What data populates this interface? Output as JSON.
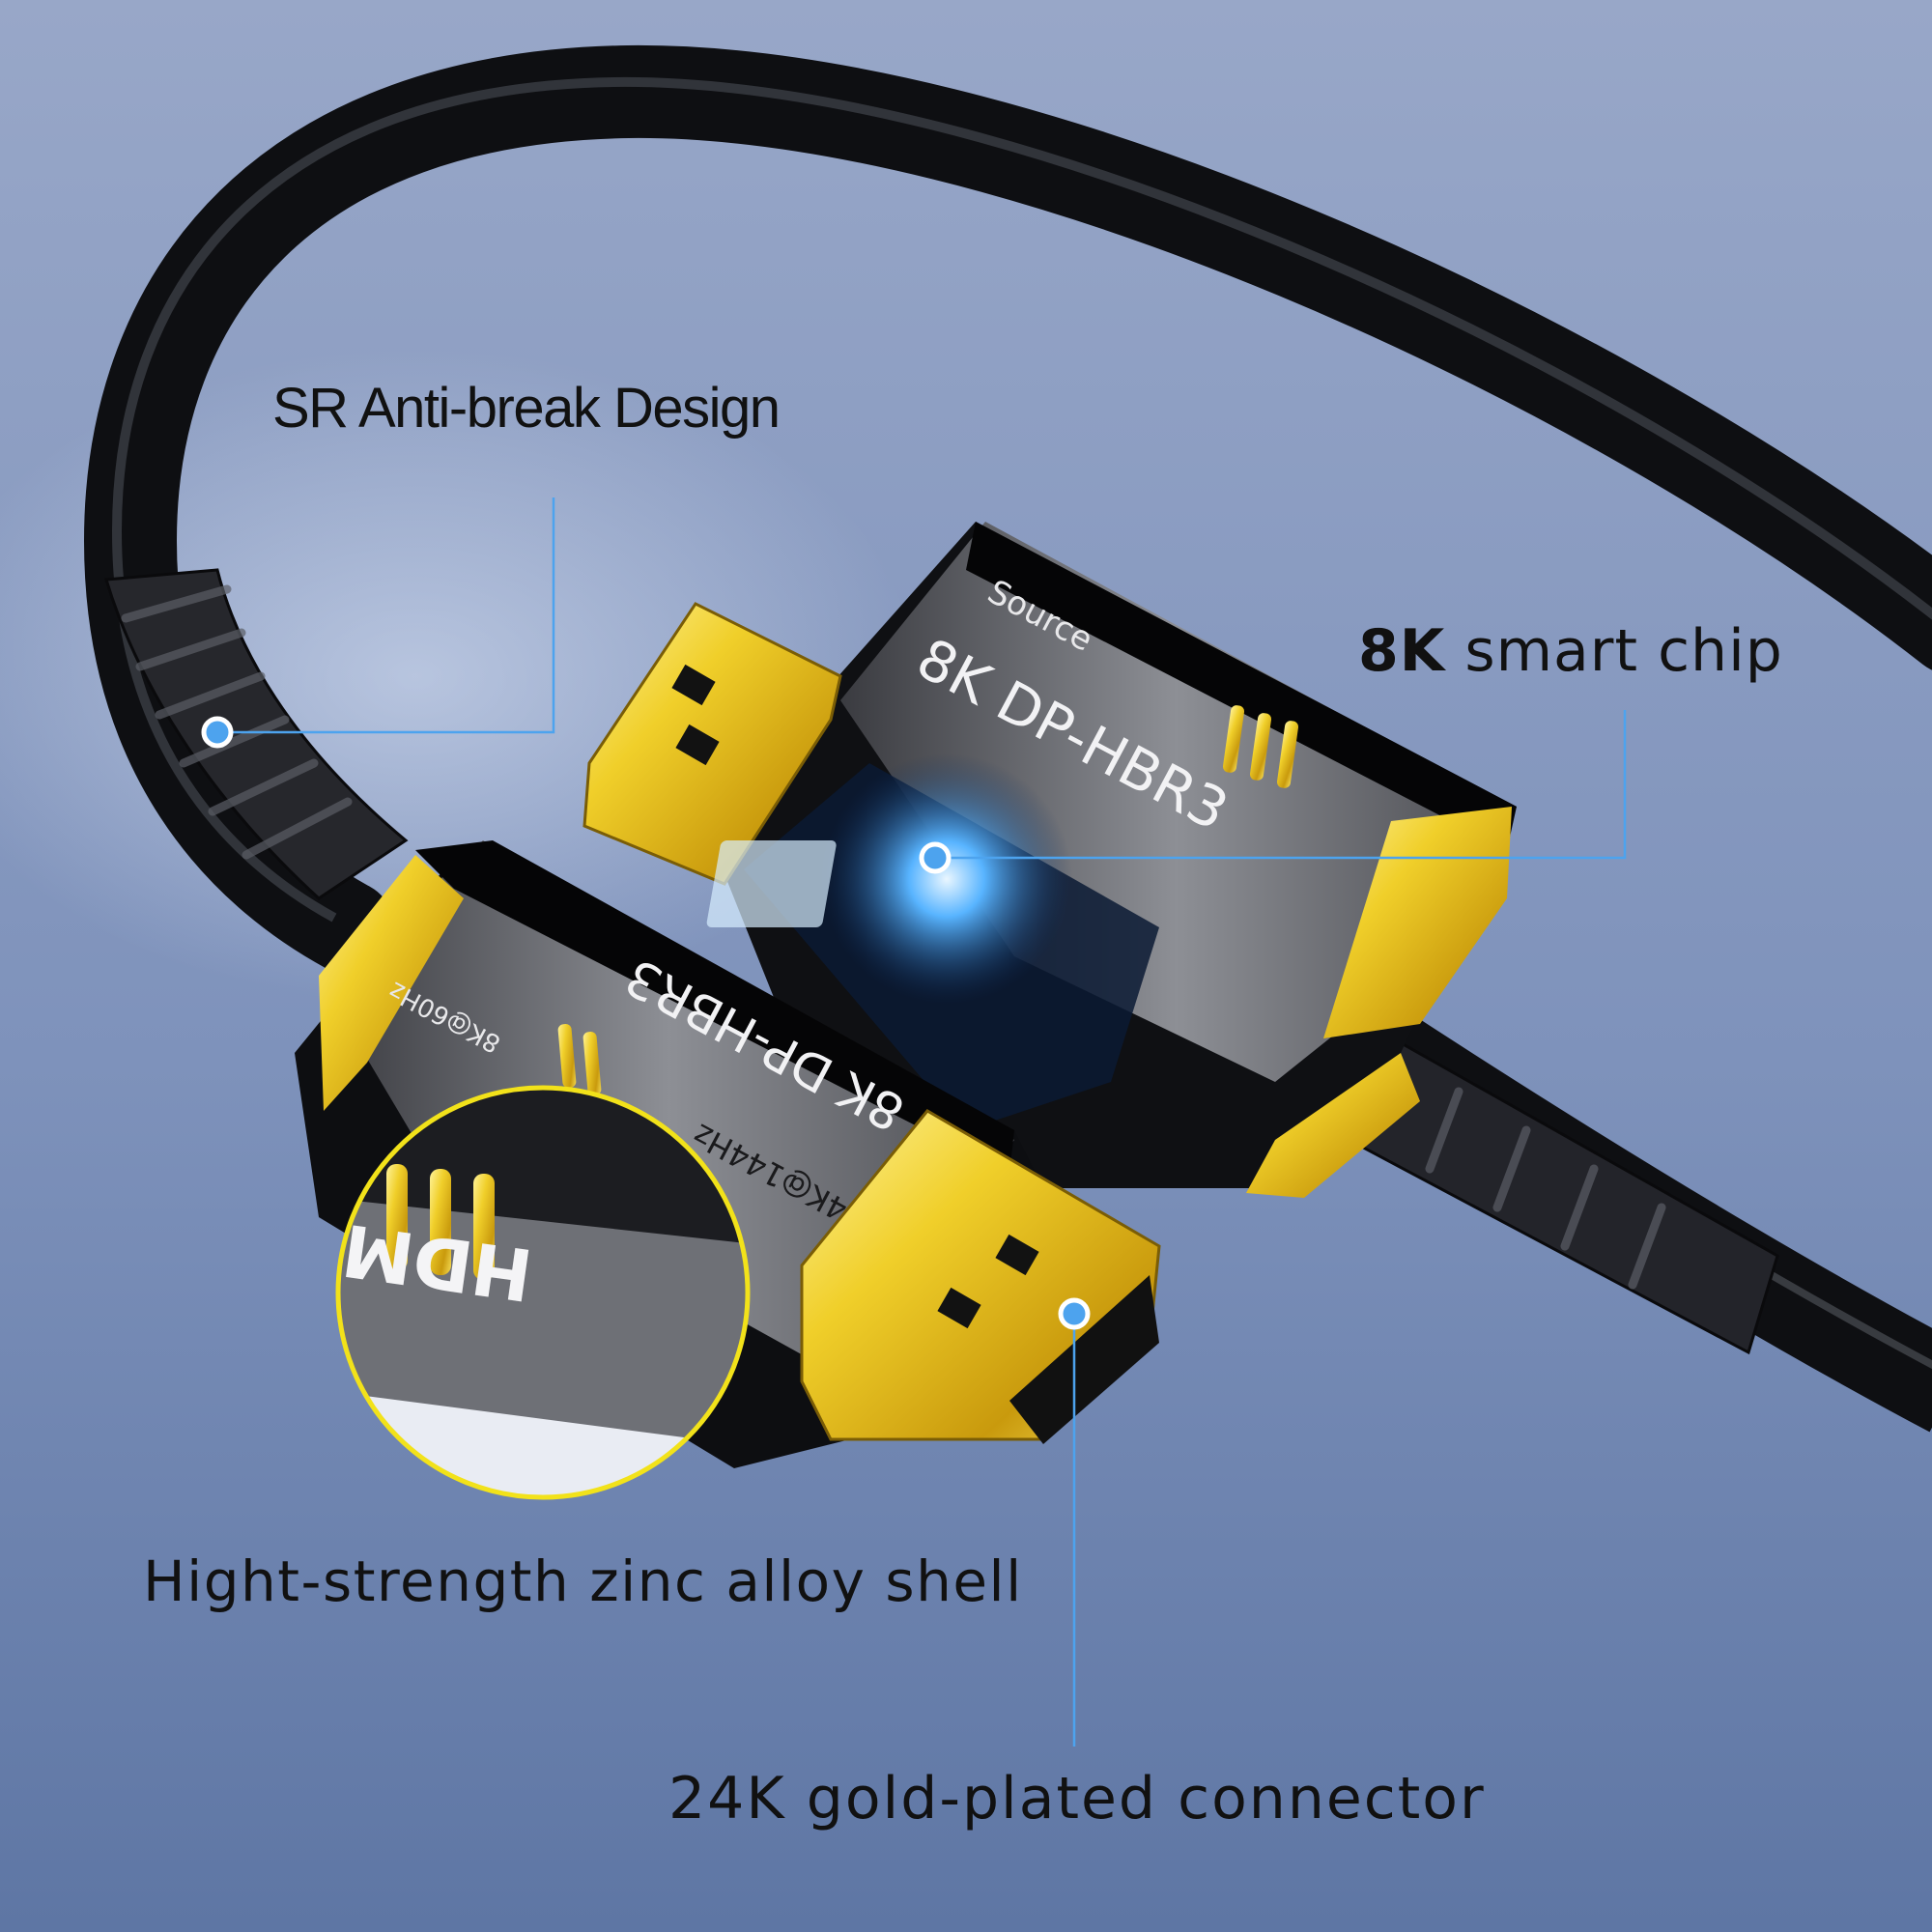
{
  "callouts": {
    "anti_break": "SR Anti-break Design",
    "chip_prefix": "8K",
    "chip_suffix": " smart chip",
    "shell": "Hight-strength zinc alloy shell",
    "gold": "24K gold-plated connector"
  },
  "connector_back": {
    "top_text": "Source",
    "model_text": "8K DP-HBR3"
  },
  "connector_front": {
    "model_text": "8K DP-HBR3",
    "spec_4k": "4K@144Hz",
    "spec_8k": "8K@60Hz"
  },
  "zoom_badge": {
    "logo_text": "HDMI"
  },
  "colors": {
    "background_top": "#95a4c6",
    "background_bottom": "#5f77a5",
    "cable": "#1a1b1e",
    "gold": "#e2c11f",
    "leader_line": "#4da3ee",
    "zoom_ring": "#f2e21a"
  }
}
